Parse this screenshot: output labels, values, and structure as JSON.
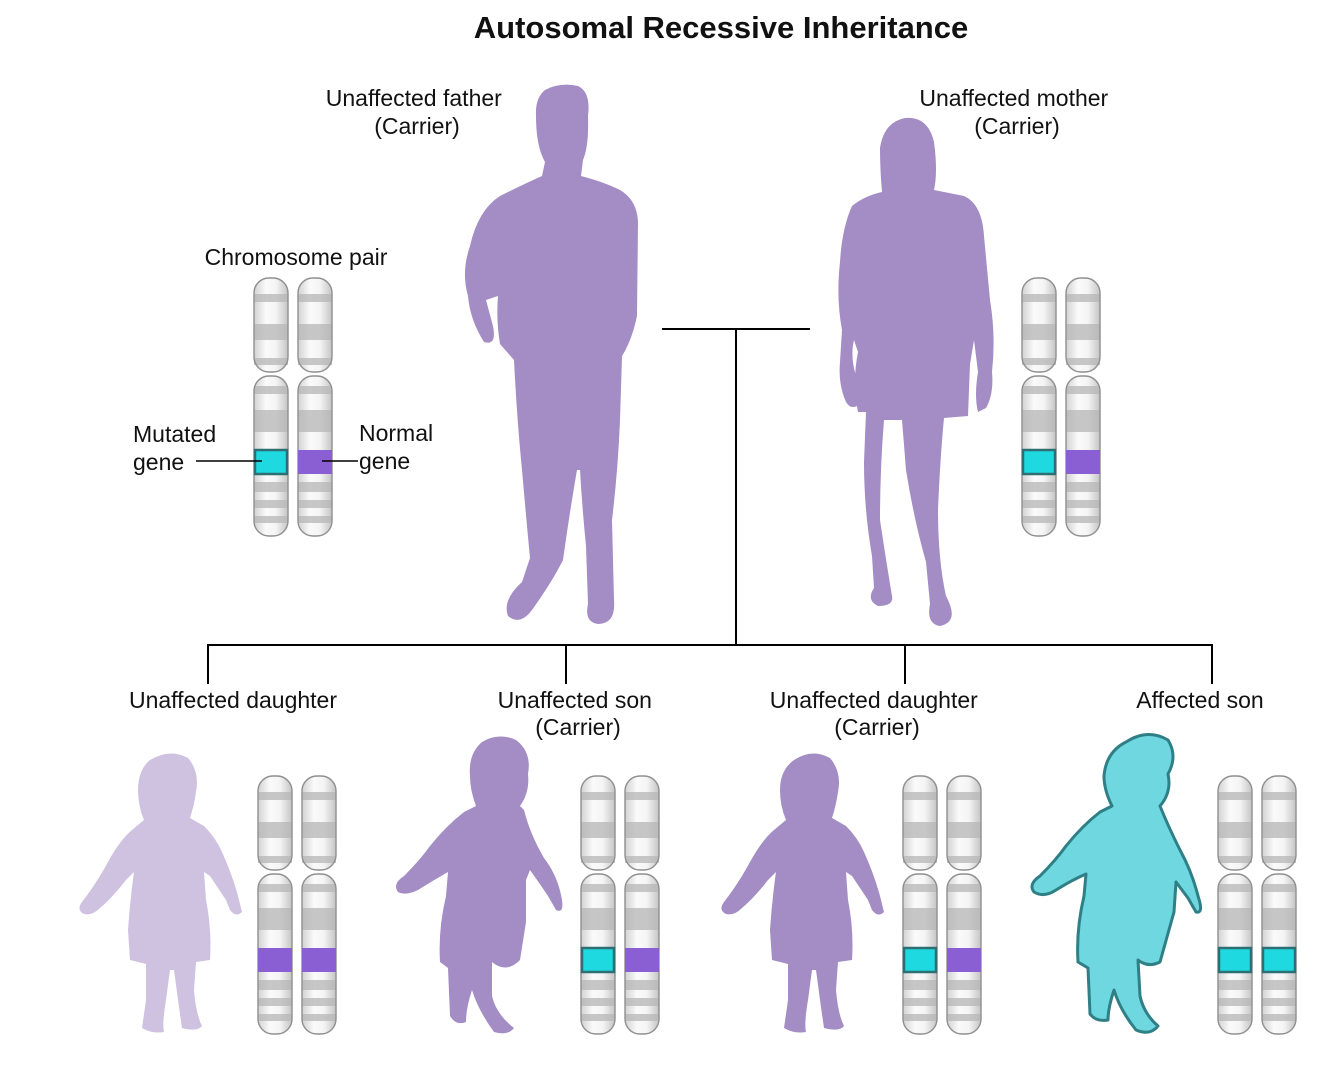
{
  "title": "Autosomal Recessive Inheritance",
  "legend": {
    "heading": "Chromosome pair",
    "mutated": [
      "Mutated",
      "gene"
    ],
    "normal": [
      "Normal",
      "gene"
    ]
  },
  "parents": {
    "father": [
      "Unaffected father",
      "(Carrier)"
    ],
    "mother": [
      "Unaffected mother",
      "(Carrier)"
    ]
  },
  "children": {
    "child1": [
      "Unaffected daughter",
      ""
    ],
    "child2": [
      "Unaffected son",
      "(Carrier)"
    ],
    "child3": [
      "Unaffected daughter",
      "(Carrier)"
    ],
    "child4": [
      "Affected son",
      ""
    ]
  },
  "genotypes": {
    "legend": [
      "mutated",
      "normal"
    ],
    "mother": [
      "mutated",
      "normal"
    ],
    "child1": [
      "normal",
      "normal"
    ],
    "child2": [
      "mutated",
      "normal"
    ],
    "child3": [
      "mutated",
      "normal"
    ],
    "child4": [
      "mutated",
      "mutated"
    ]
  },
  "colors": {
    "carrier_silhouette": "#a38dc4",
    "unaffected_silhouette": "#cfc2e1",
    "affected_silhouette": "#6fd7df",
    "affected_outline": "#2f7f86",
    "mutated_gene": "#1fd9e0",
    "normal_gene": "#8a5fd3",
    "chromosome_light": "#f2f2f2",
    "chromosome_band": "#b5b5b5",
    "line": "#000000"
  }
}
